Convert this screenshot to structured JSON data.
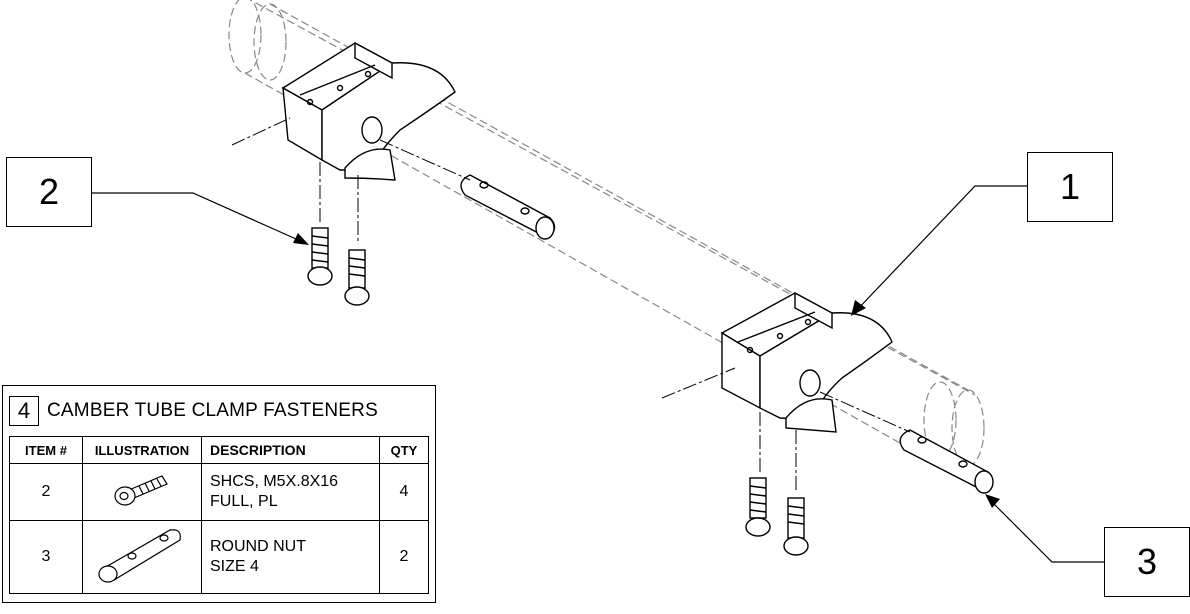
{
  "callouts": {
    "one": "1",
    "two": "2",
    "three": "3"
  },
  "table": {
    "number": "4",
    "title": "CAMBER TUBE CLAMP FASTENERS",
    "headers": {
      "item": "ITEM #",
      "illustration": "ILLUSTRATION",
      "description": "DESCRIPTION",
      "qty": "QTY"
    },
    "rows": [
      {
        "item": "2",
        "description_line1": "SHCS, M5X.8X16",
        "description_line2": "FULL, PL",
        "qty": "4",
        "icon": "screw-icon"
      },
      {
        "item": "3",
        "description_line1": "ROUND NUT",
        "description_line2": "SIZE 4",
        "qty": "2",
        "icon": "round-nut-icon"
      }
    ]
  }
}
